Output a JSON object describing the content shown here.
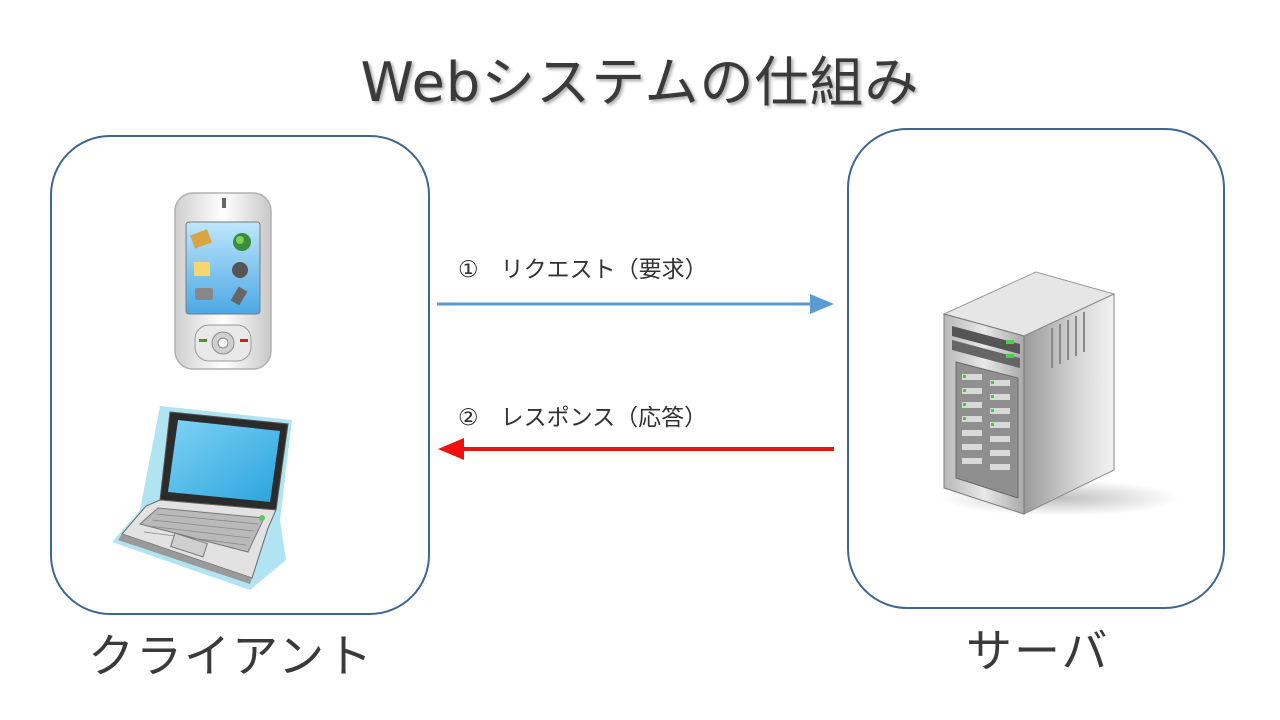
{
  "title": "Webシステムの仕組み",
  "client": {
    "caption": "クライアント"
  },
  "server": {
    "caption": "サーバ"
  },
  "request": {
    "number": "①",
    "text": "リクエスト（要求）",
    "color": "#5b9bd5"
  },
  "response": {
    "number": "②",
    "text": "レスポンス（応答）",
    "color": "#ee1111"
  },
  "colors": {
    "box_border": "#3e6690"
  }
}
